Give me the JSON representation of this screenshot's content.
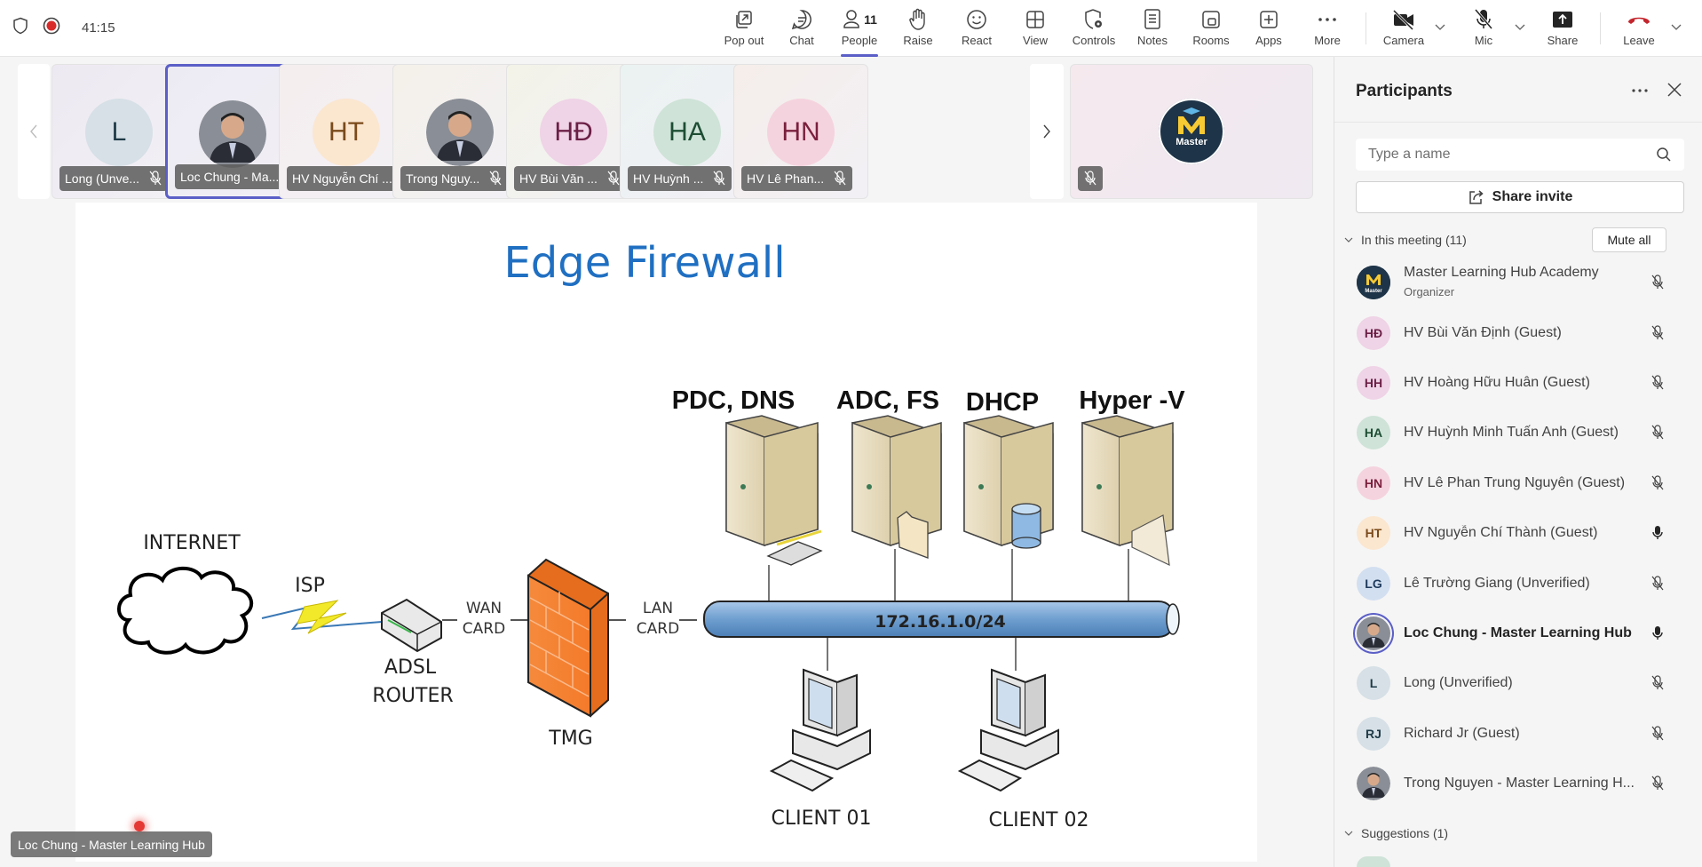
{
  "topbar": {
    "timer": "41:15",
    "people_count": "11",
    "buttons": {
      "popout": "Pop out",
      "chat": "Chat",
      "people": "People",
      "raise": "Raise",
      "react": "React",
      "view": "View",
      "controls": "Controls",
      "notes": "Notes",
      "rooms": "Rooms",
      "apps": "Apps",
      "more": "More",
      "camera": "Camera",
      "mic": "Mic",
      "share": "Share",
      "leave": "Leave"
    },
    "colors": {
      "accent": "#5b5fc7",
      "record": "#d92a2a",
      "leave": "#c4262e"
    }
  },
  "strip": {
    "tiles": [
      {
        "initials": "L",
        "label": "Long (Unve...",
        "muted": true,
        "avatar_bg": "#d6e0e6",
        "avatar_fg": "#1f3a47",
        "tile_bg": "#ede9f2"
      },
      {
        "initials": "",
        "label": "Loc Chung - Ma...",
        "muted": false,
        "photo": true,
        "speaking": true,
        "tile_bg": "#eceaf3"
      },
      {
        "initials": "HT",
        "label": "HV Nguyễn Chí ...",
        "muted": false,
        "avatar_bg": "#fbe6d0",
        "avatar_fg": "#7a4a1a",
        "tile_bg": "#f5eeee"
      },
      {
        "initials": "",
        "label": "Trong Nguy...",
        "muted": true,
        "photo": true,
        "tile_bg": "#f4f1ea"
      },
      {
        "initials": "HĐ",
        "label": "HV Bùi Văn ...",
        "muted": true,
        "avatar_bg": "#efd3e6",
        "avatar_fg": "#6b1f45",
        "tile_bg": "#f3f3e8"
      },
      {
        "initials": "HA",
        "label": "HV Huỳnh ...",
        "muted": true,
        "avatar_bg": "#cfe3d8",
        "avatar_fg": "#1d4d33",
        "tile_bg": "#ebf2f2"
      },
      {
        "initials": "HN",
        "label": "HV Lê Phan...",
        "muted": true,
        "avatar_bg": "#f5d3de",
        "avatar_fg": "#7a1f3d",
        "tile_bg": "#f5eeea"
      }
    ],
    "organizer_tile": {
      "logo_text": "Master",
      "muted": true
    }
  },
  "slide": {
    "title": "Edge Firewall",
    "labels": {
      "internet": "INTERNET",
      "isp": "ISP",
      "adsl": "ADSL",
      "router": "ROUTER",
      "wan": "WAN",
      "wan_card": "CARD",
      "tmg": "TMG",
      "lan": "LAN",
      "lan_card": "CARD",
      "network": "172.16.1.0/24",
      "pdc": "PDC, DNS",
      "adc": "ADC, FS",
      "dhcp": "DHCP",
      "hyperv": "Hyper -V",
      "client1": "CLIENT 01",
      "client2": "CLIENT 02"
    },
    "presenter": "Loc Chung - Master Learning Hub"
  },
  "panel": {
    "title": "Participants",
    "search_placeholder": "Type a name",
    "share_invite": "Share invite",
    "in_meeting": "In this meeting (11)",
    "mute_all": "Mute all",
    "suggestions": "Suggestions (1)",
    "participants": [
      {
        "name": "Master Learning Hub Academy",
        "role": "Organizer",
        "initials": "",
        "logo": true,
        "mic": "off"
      },
      {
        "name": "HV Bùi Văn Định (Guest)",
        "initials": "HĐ",
        "bg": "#efd3e6",
        "fg": "#6b1f45",
        "mic": "off"
      },
      {
        "name": "HV Hoàng Hữu Huân (Guest)",
        "initials": "HH",
        "bg": "#efd3e6",
        "fg": "#6b1f45",
        "mic": "off"
      },
      {
        "name": "HV Huỳnh Minh Tuấn Anh (Guest)",
        "initials": "HA",
        "bg": "#cfe3d8",
        "fg": "#1d4d33",
        "mic": "off"
      },
      {
        "name": "HV Lê Phan Trung Nguyên (Guest)",
        "initials": "HN",
        "bg": "#f5d3de",
        "fg": "#7a1f3d",
        "mic": "off"
      },
      {
        "name": "HV Nguyễn Chí Thành (Guest)",
        "initials": "HT",
        "bg": "#fbe6d0",
        "fg": "#7a4a1a",
        "mic": "on"
      },
      {
        "name": "Lê Trường Giang (Unverified)",
        "initials": "LG",
        "bg": "#d2dff0",
        "fg": "#1f3a5c",
        "mic": "off"
      },
      {
        "name": "Loc Chung - Master Learning Hub",
        "initials": "",
        "photo": true,
        "speaking": true,
        "bold": true,
        "mic": "on"
      },
      {
        "name": "Long (Unverified)",
        "initials": "L",
        "bg": "#d6e0e6",
        "fg": "#1f3a47",
        "mic": "off"
      },
      {
        "name": "Richard Jr (Guest)",
        "initials": "RJ",
        "bg": "#d6e0e6",
        "fg": "#1f3a47",
        "mic": "off"
      },
      {
        "name": "Trong Nguyen - Master Learning H...",
        "initials": "",
        "photo": true,
        "mic": "off"
      }
    ]
  }
}
